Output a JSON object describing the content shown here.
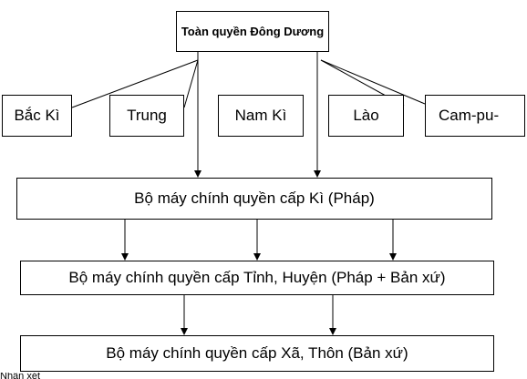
{
  "diagram": {
    "root": "Toàn quyền Đông Dương",
    "regions": [
      "Bắc Kì",
      "Trung",
      "Nam Kì",
      "Lào",
      "Cam-pu-"
    ],
    "levels": {
      "ki": "Bộ máy chính quyền cấp Kì (Pháp)",
      "tinh": "Bộ máy chính quyền cấp Tỉnh, Huyện (Pháp + Bản xứ)",
      "xa": "Bộ máy chính quyền cấp Xã, Thôn (Bản xứ)"
    },
    "footer_fragment": "Nhận xét"
  }
}
